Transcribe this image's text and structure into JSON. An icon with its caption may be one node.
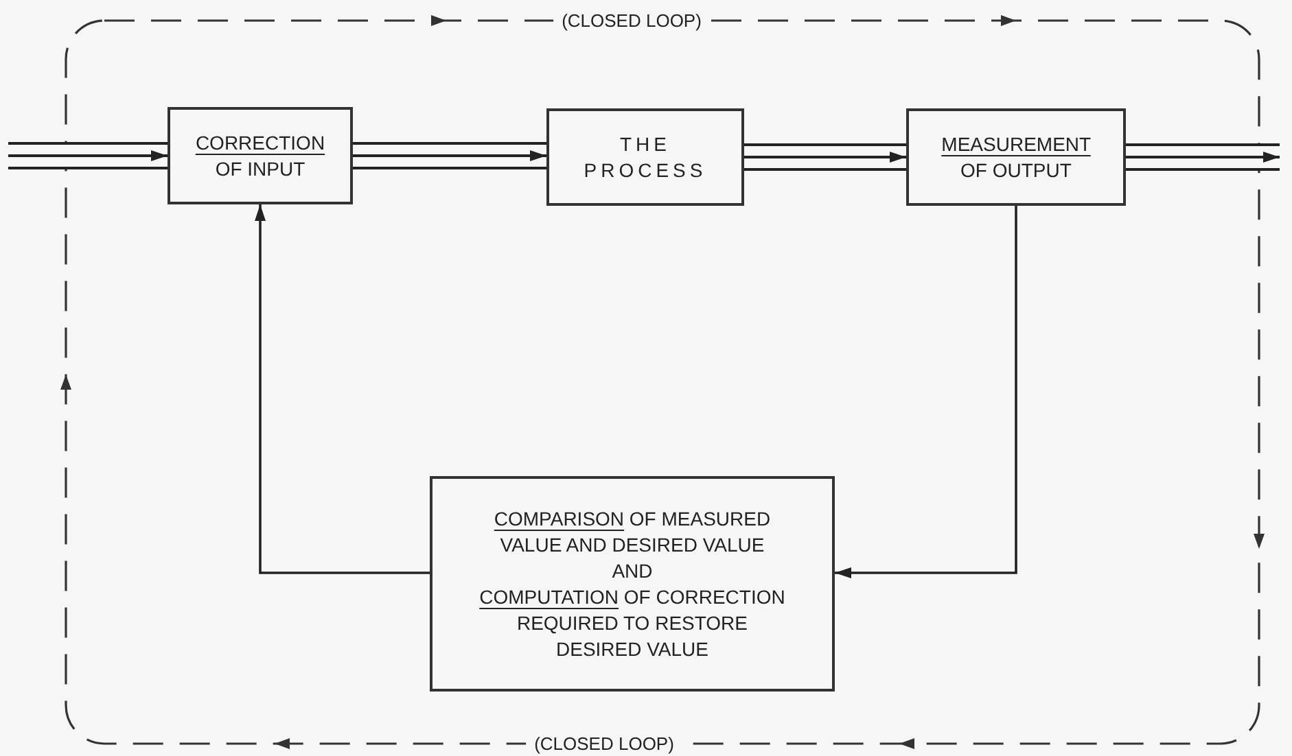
{
  "diagram": {
    "nodes": [
      {
        "text": [
          "CORRECTION OF INPUT"
        ]
      },
      {
        "text": [
          "THE PROCESS"
        ]
      },
      {
        "text": [
          "MEASUREMENT OF OUTPUT"
        ]
      },
      {
        "text": [
          "COMPARISON OF MEASURED VALUE AND DESIRED VALUE",
          "AND",
          "COMPUTATION OF CORRECTION REQUIRED TO RESTORE DESIRED VALUE"
        ]
      }
    ],
    "edges": [
      {
        "from": null,
        "to": 0,
        "arrow": "to"
      },
      {
        "from": 0,
        "to": 1,
        "arrow": "to"
      },
      {
        "from": 1,
        "to": 2,
        "arrow": "to"
      },
      {
        "from": 2,
        "to": null,
        "arrow": "to"
      },
      {
        "from": 2,
        "to": 3,
        "arrow": "to"
      },
      {
        "from": 3,
        "to": 0,
        "arrow": "to"
      }
    ],
    "labels": [
      "(CLOSED LOOP)",
      "(CLOSED LOOP)"
    ]
  }
}
